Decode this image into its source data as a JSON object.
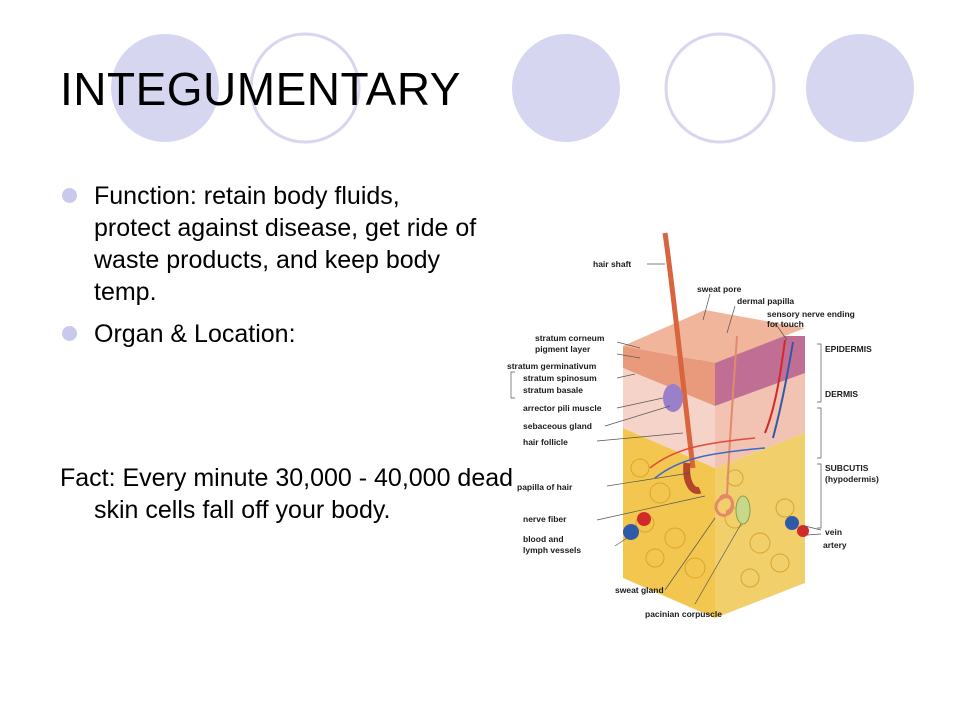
{
  "title": "INTEGUMENTARY",
  "bullets": [
    "Function: retain body fluids, protect against disease, get ride of waste products, and keep body temp.",
    "Organ & Location:"
  ],
  "fact": "Fact: Every minute 30,000 - 40,000 dead skin cells fall off your body.",
  "diagram_labels": {
    "hair_shaft": "hair shaft",
    "sweat_pore": "sweat pore",
    "dermal_papilla": "dermal papilla",
    "sensory_1": "sensory nerve ending",
    "sensory_2": "for touch",
    "stratum_corneum": "stratum corneum",
    "pigment_layer": "pigment layer",
    "stratum_germinativum": "stratum germinativum",
    "stratum_spinosum": "stratum spinosum",
    "stratum_basale": "stratum basale",
    "arrector": "arrector pili muscle",
    "sebaceous": "sebaceous gland",
    "hair_follicle": "hair follicle",
    "papilla_of_hair": "papilla of hair",
    "nerve_fiber": "nerve fiber",
    "blood_1": "blood and",
    "blood_2": "lymph vessels",
    "sweat_gland": "sweat gland",
    "pacinian": "pacinian corpuscle",
    "epidermis": "EPIDERMIS",
    "dermis": "DERMIS",
    "subcutis": "SUBCUTIS",
    "hypodermis": "(hypodermis)",
    "vein": "vein",
    "artery": "artery"
  },
  "colors": {
    "circle_fill": "#d6d6f0",
    "circle_stroke": "#d6d6f0",
    "bullet": "#c9c9ec",
    "epidermis": "#f0b59a",
    "dermis": "#f6d3c8",
    "fat": "#f3c74f",
    "vein": "#2f5aa8",
    "artery": "#d12a2a"
  }
}
